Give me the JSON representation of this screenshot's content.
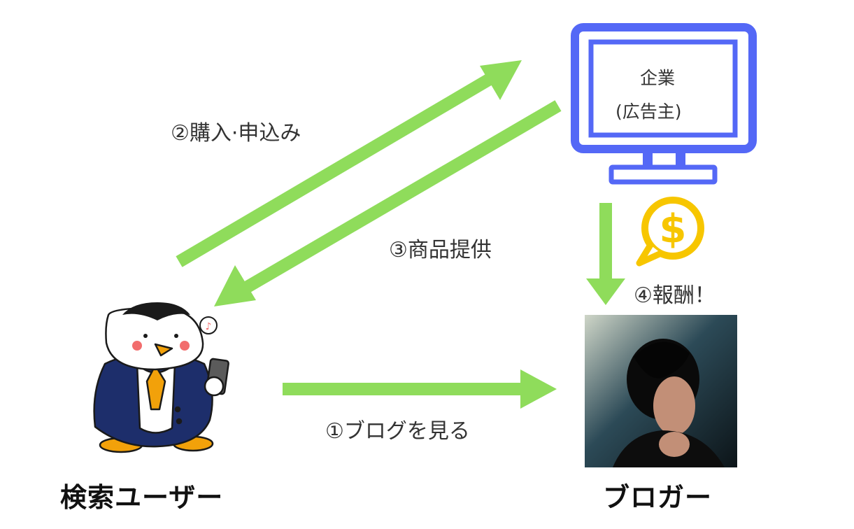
{
  "colors": {
    "arrow": "#8fdc5b",
    "monitor": "#5468f6",
    "coin": "#f7c600",
    "penguin_suit": "#1d2e6b",
    "tie": "#f2a10a",
    "text": "#333333"
  },
  "labels": {
    "company_line1": "企業",
    "company_line2": "(広告主)",
    "purchase": "②購入·申込み",
    "product": "③商品提供",
    "reward": "④報酬！",
    "view_blog": "①ブログを見る",
    "search_user": "検索ユーザー",
    "blogger": "ブロガー"
  },
  "icons": {
    "monitor": "monitor-icon",
    "money": "dollar-speech-bubble-icon",
    "user": "penguin-businessman-icon",
    "blogger": "blogger-photo"
  }
}
